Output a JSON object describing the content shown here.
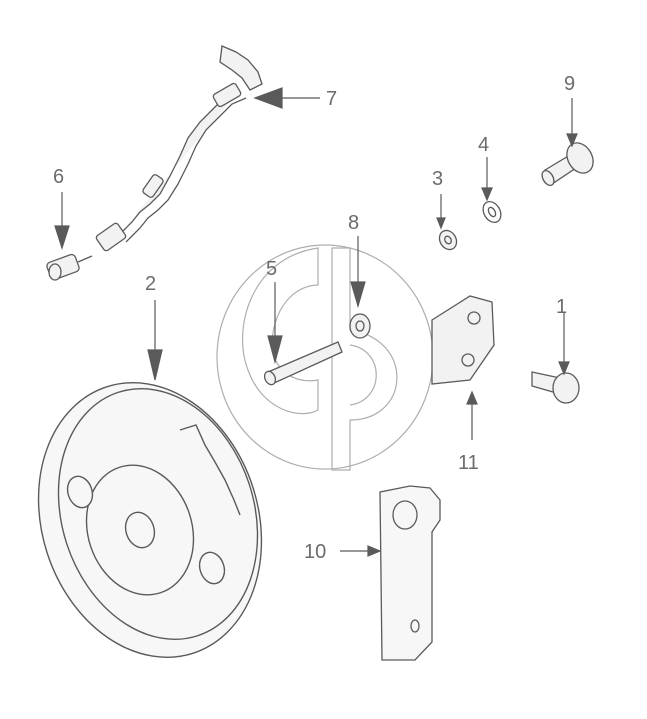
{
  "callouts": [
    {
      "id": "1",
      "text": "1"
    },
    {
      "id": "2",
      "text": "2"
    },
    {
      "id": "3",
      "text": "3"
    },
    {
      "id": "4",
      "text": "4"
    },
    {
      "id": "5",
      "text": "5"
    },
    {
      "id": "6",
      "text": "6"
    },
    {
      "id": "7",
      "text": "7"
    },
    {
      "id": "8",
      "text": "8"
    },
    {
      "id": "9",
      "text": "9"
    },
    {
      "id": "10",
      "text": "10"
    },
    {
      "id": "11",
      "text": "11"
    }
  ],
  "colors": {
    "line": "#5a5a5a",
    "label": "#6b6b6b",
    "watermark": "#9a9a9a"
  }
}
